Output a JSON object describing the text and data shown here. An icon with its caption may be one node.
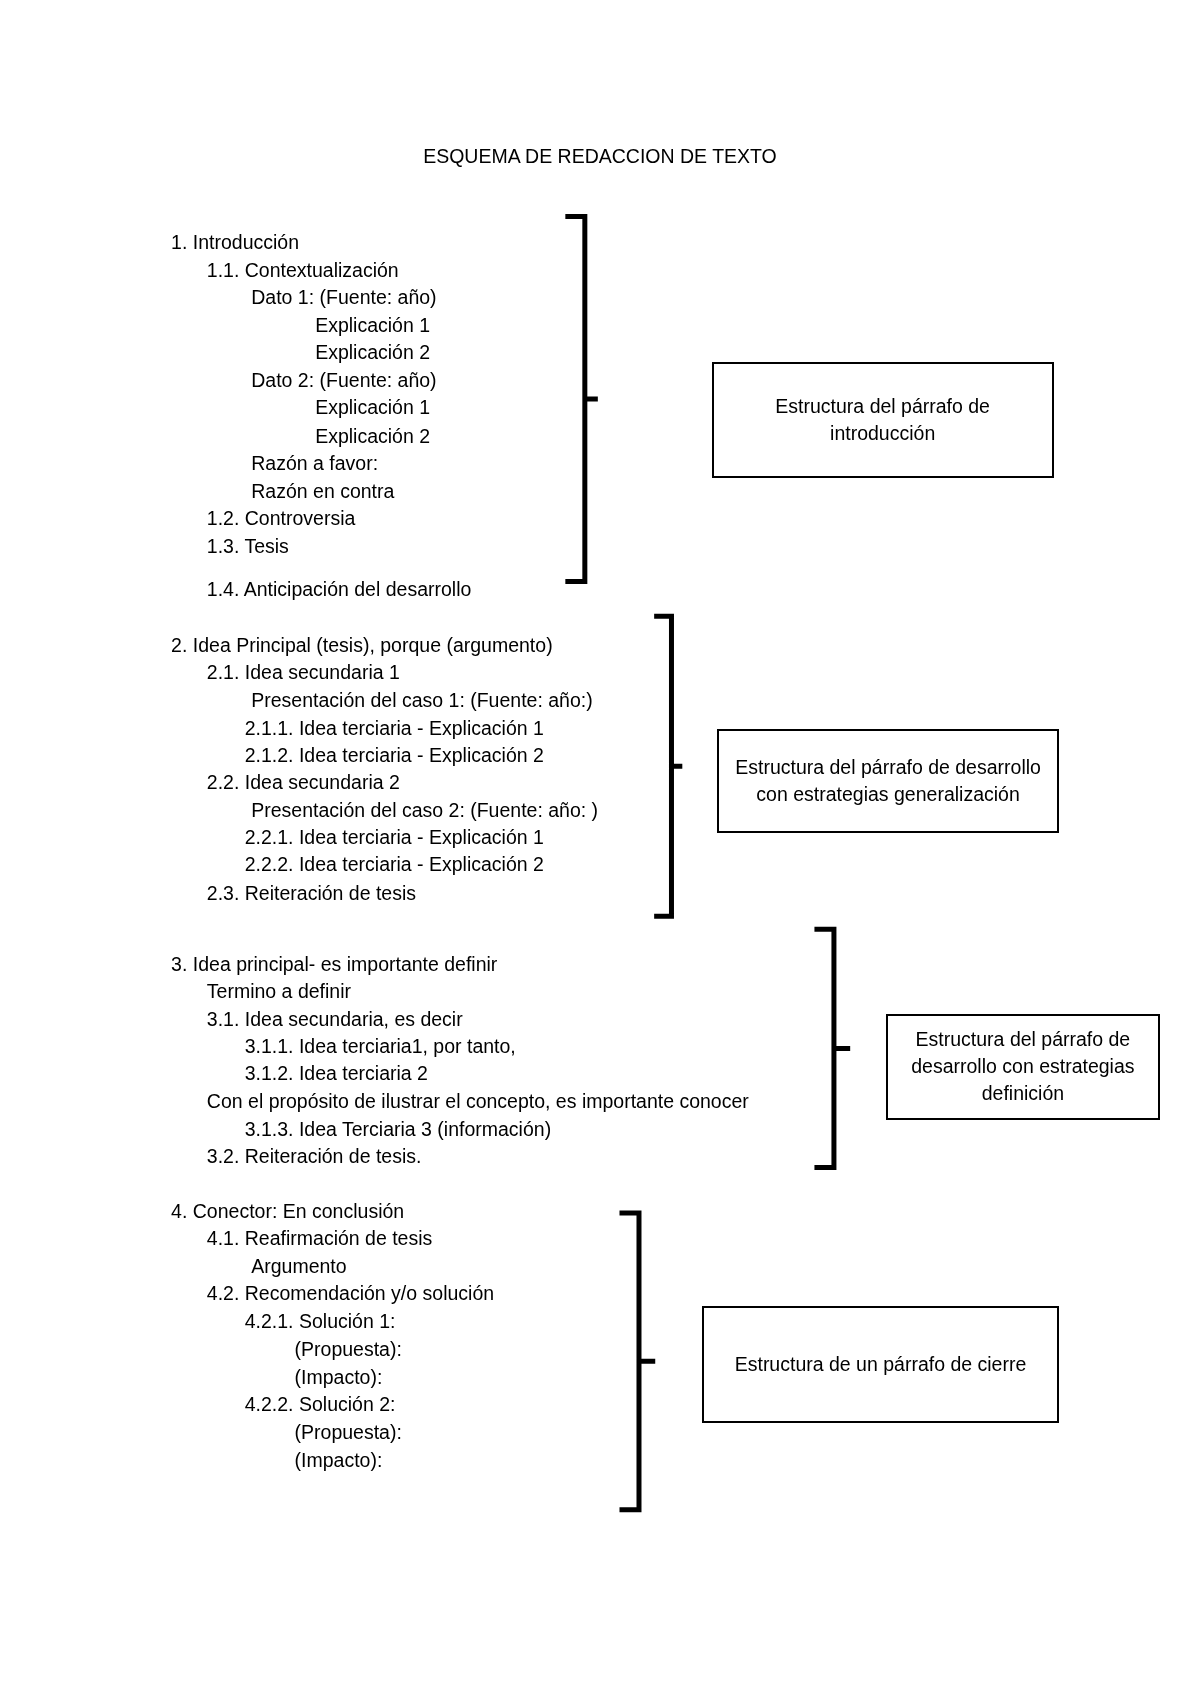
{
  "diagram": {
    "title": "ESQUEMA DE REDACCION DE TEXTO",
    "nodes": [
      {
        "text": [
          "Estructura del párrafo de introducción"
        ]
      },
      {
        "text": [
          "Estructura del párrafo de desarrollo con estrategias generalización"
        ]
      },
      {
        "text": [
          "Estructura del párrafo de desarrollo con estrategias definición"
        ]
      },
      {
        "text": [
          "Estructura de un párrafo de cierre"
        ]
      }
    ],
    "labels": [
      "1. Introducción",
      "1.1. Contextualización",
      "Dato 1: (Fuente: año)",
      "Explicación 1",
      "Explicación 2",
      "Dato 2: (Fuente: año)",
      "Explicación 1",
      "Explicación 2",
      "Razón a favor:",
      "Razón en contra",
      "1.2. Controversia",
      "1.3. Tesis",
      "1.4. Anticipación del desarrollo",
      "2. Idea Principal (tesis), porque (argumento)",
      "2.1. Idea secundaria 1",
      "Presentación del caso 1: (Fuente: año:)",
      "2.1.1. Idea terciaria - Explicación 1",
      "2.1.2. Idea terciaria - Explicación 2",
      "2.2. Idea secundaria 2",
      "Presentación del caso 2: (Fuente: año: )",
      "2.2.1. Idea terciaria - Explicación 1",
      "2.2.2. Idea terciaria - Explicación 2",
      "2.3. Reiteración de tesis",
      "3. Idea principal- es importante definir",
      "Termino a definir",
      "3.1. Idea secundaria, es decir",
      "3.1.1. Idea terciaria1, por tanto,",
      "3.1.2. Idea terciaria 2",
      "Con el propósito de ilustrar el concepto, es importante conocer",
      "3.1.3. Idea Terciaria 3 (información)",
      "3.2. Reiteración de tesis.",
      "4. Conector: En conclusión",
      "4.1. Reafirmación de tesis",
      "Argumento",
      "4.2. Recomendación y/o solución",
      "4.2.1. Solución 1:",
      "(Propuesta):",
      "(Impacto):",
      "4.2.2. Solución 2:",
      "(Propuesta):",
      "(Impacto):"
    ]
  }
}
